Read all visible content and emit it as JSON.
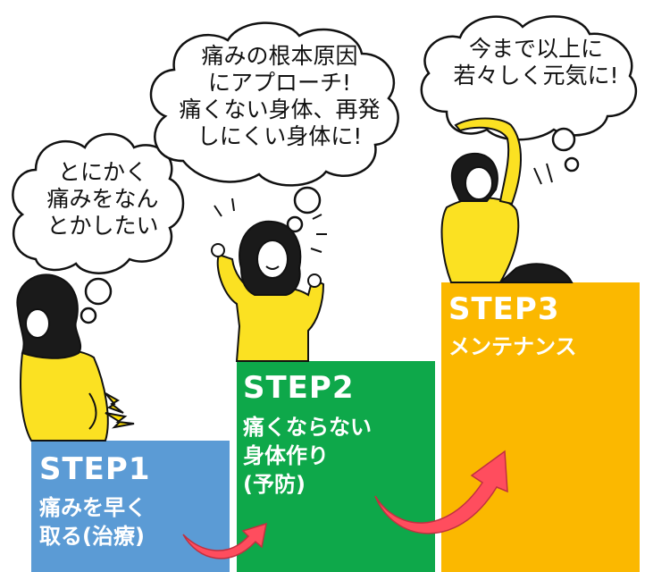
{
  "steps": [
    {
      "title": "STEP1",
      "desc": [
        "痛みを早く",
        "取る(治療)"
      ],
      "color": "#5b9bd5"
    },
    {
      "title": "STEP2",
      "desc": [
        "痛くならない",
        "身体作り",
        "(予防)"
      ],
      "color": "#0ea84a"
    },
    {
      "title": "STEP3",
      "desc": [
        "メンテナンス"
      ],
      "color": "#fbb800"
    }
  ],
  "bubbles": [
    {
      "lines": [
        "とにかく",
        "痛みをなん",
        "とかしたい"
      ]
    },
    {
      "lines": [
        "痛みの根本原因",
        "にアプローチ!",
        "痛くない身体、再発",
        "しにくい身体に!"
      ]
    },
    {
      "lines": [
        "今まで以上に",
        "若々しく元気に!"
      ]
    }
  ],
  "colors": {
    "shirt": "#fbe122",
    "hair": "#1a1a1a",
    "arrow": "#ff4d5e",
    "pain": "#ffe000"
  }
}
